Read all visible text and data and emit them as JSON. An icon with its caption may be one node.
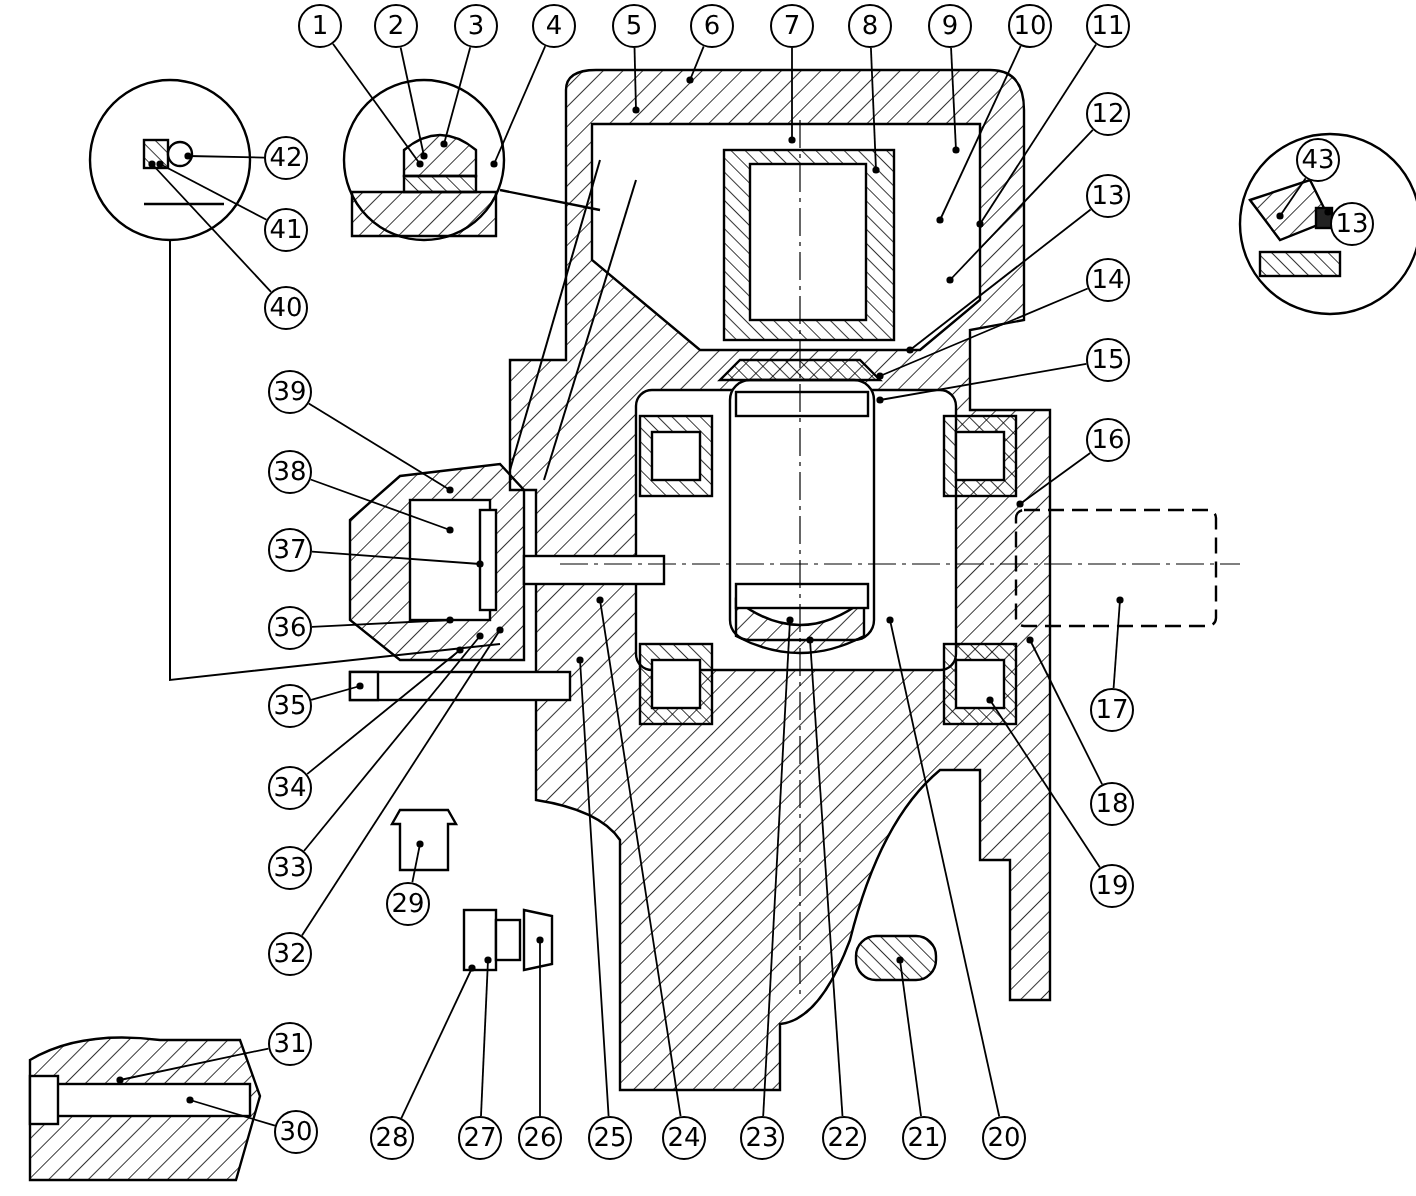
{
  "diagram": {
    "nodes": [
      {
        "text": [
          "1"
        ]
      },
      {
        "text": [
          "2"
        ]
      },
      {
        "text": [
          "3"
        ]
      },
      {
        "text": [
          "4"
        ]
      },
      {
        "text": [
          "5"
        ]
      },
      {
        "text": [
          "6"
        ]
      },
      {
        "text": [
          "7"
        ]
      },
      {
        "text": [
          "8"
        ]
      },
      {
        "text": [
          "9"
        ]
      },
      {
        "text": [
          "10"
        ]
      },
      {
        "text": [
          "11"
        ]
      },
      {
        "text": [
          "12"
        ]
      },
      {
        "text": [
          "13"
        ]
      },
      {
        "text": [
          "14"
        ]
      },
      {
        "text": [
          "15"
        ]
      },
      {
        "text": [
          "16"
        ]
      },
      {
        "text": [
          "17"
        ]
      },
      {
        "text": [
          "18"
        ]
      },
      {
        "text": [
          "19"
        ]
      },
      {
        "text": [
          "20"
        ]
      },
      {
        "text": [
          "21"
        ]
      },
      {
        "text": [
          "22"
        ]
      },
      {
        "text": [
          "23"
        ]
      },
      {
        "text": [
          "24"
        ]
      },
      {
        "text": [
          "25"
        ]
      },
      {
        "text": [
          "26"
        ]
      },
      {
        "text": [
          "27"
        ]
      },
      {
        "text": [
          "28"
        ]
      },
      {
        "text": [
          "29"
        ]
      },
      {
        "text": [
          "30"
        ]
      },
      {
        "text": [
          "31"
        ]
      },
      {
        "text": [
          "32"
        ]
      },
      {
        "text": [
          "33"
        ]
      },
      {
        "text": [
          "34"
        ]
      },
      {
        "text": [
          "35"
        ]
      },
      {
        "text": [
          "36"
        ]
      },
      {
        "text": [
          "37"
        ]
      },
      {
        "text": [
          "38"
        ]
      },
      {
        "text": [
          "39"
        ]
      },
      {
        "text": [
          "40"
        ]
      },
      {
        "text": [
          "41"
        ]
      },
      {
        "text": [
          "42"
        ]
      },
      {
        "text": [
          "43"
        ]
      },
      {
        "text": [
          "13"
        ]
      }
    ],
    "edges": [
      {
        "from": 0,
        "to": null,
        "arrow": "other"
      },
      {
        "from": 1,
        "to": null,
        "arrow": "other"
      },
      {
        "from": 2,
        "to": null,
        "arrow": "other"
      },
      {
        "from": 3,
        "to": null,
        "arrow": "other"
      },
      {
        "from": 4,
        "to": null,
        "arrow": "other"
      },
      {
        "from": 5,
        "to": null,
        "arrow": "other"
      },
      {
        "from": 6,
        "to": null,
        "arrow": "other"
      },
      {
        "from": 7,
        "to": null,
        "arrow": "other"
      },
      {
        "from": 8,
        "to": null,
        "arrow": "other"
      },
      {
        "from": 9,
        "to": null,
        "arrow": "other"
      },
      {
        "from": 10,
        "to": null,
        "arrow": "other"
      },
      {
        "from": 11,
        "to": null,
        "arrow": "other"
      },
      {
        "from": 12,
        "to": null,
        "arrow": "other"
      },
      {
        "from": 13,
        "to": null,
        "arrow": "other"
      },
      {
        "from": 14,
        "to": null,
        "arrow": "other"
      },
      {
        "from": 15,
        "to": null,
        "arrow": "other"
      },
      {
        "from": 16,
        "to": null,
        "arrow": "other"
      },
      {
        "from": 17,
        "to": null,
        "arrow": "other"
      },
      {
        "from": 18,
        "to": null,
        "arrow": "other"
      },
      {
        "from": 19,
        "to": null,
        "arrow": "other"
      },
      {
        "from": 20,
        "to": null,
        "arrow": "other"
      },
      {
        "from": 21,
        "to": null,
        "arrow": "other"
      },
      {
        "from": 22,
        "to": null,
        "arrow": "other"
      },
      {
        "from": 23,
        "to": null,
        "arrow": "other"
      },
      {
        "from": 24,
        "to": null,
        "arrow": "other"
      },
      {
        "from": 25,
        "to": null,
        "arrow": "other"
      },
      {
        "from": 26,
        "to": null,
        "arrow": "other"
      },
      {
        "from": 27,
        "to": null,
        "arrow": "other"
      },
      {
        "from": 28,
        "to": null,
        "arrow": "other"
      },
      {
        "from": 29,
        "to": null,
        "arrow": "other"
      },
      {
        "from": 30,
        "to": null,
        "arrow": "other"
      },
      {
        "from": 31,
        "to": null,
        "arrow": "other"
      },
      {
        "from": 32,
        "to": null,
        "arrow": "other"
      },
      {
        "from": 33,
        "to": null,
        "arrow": "other"
      },
      {
        "from": 34,
        "to": null,
        "arrow": "other"
      },
      {
        "from": 35,
        "to": null,
        "arrow": "other"
      },
      {
        "from": 36,
        "to": null,
        "arrow": "other"
      },
      {
        "from": 37,
        "to": null,
        "arrow": "other"
      },
      {
        "from": 38,
        "to": null,
        "arrow": "other"
      },
      {
        "from": 39,
        "to": null,
        "arrow": "other"
      },
      {
        "from": 40,
        "to": null,
        "arrow": "other"
      },
      {
        "from": 41,
        "to": null,
        "arrow": "other"
      },
      {
        "from": 42,
        "to": null,
        "arrow": "other"
      },
      {
        "from": 43,
        "to": null,
        "arrow": "other"
      }
    ]
  }
}
